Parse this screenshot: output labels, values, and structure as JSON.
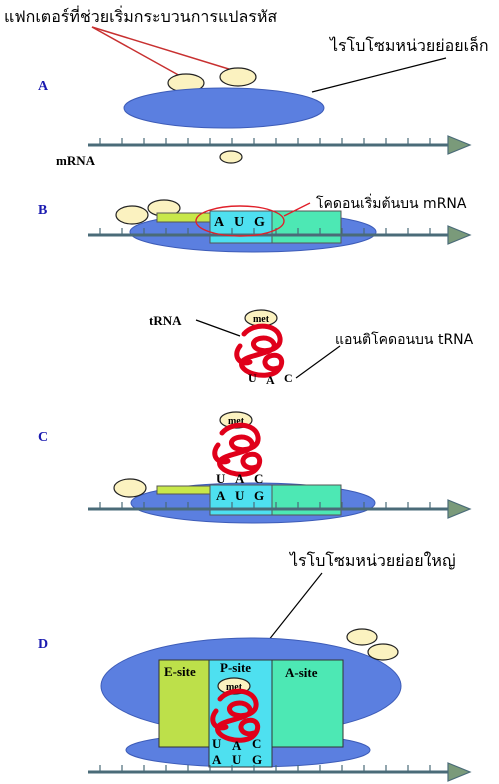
{
  "labels": {
    "initiation_factors": "แฟกเตอร์ที่ช่วยเริ่มกระบวนการแปลรหัส",
    "small_subunit": "ไรโบโซมหน่วยย่อยเล็ก",
    "mrna": "mRNA",
    "start_codon": "โคดอนเริ่มต้นบน mRNA",
    "trna": "tRNA",
    "anticodon": "แอนติโคดอนบน tRNA",
    "large_subunit": "ไรโบโซมหน่วยย่อยใหญ่",
    "met": "met",
    "e_site": "E-site",
    "p_site": "P-site",
    "a_site": "A-site"
  },
  "panels": {
    "a": "A",
    "b": "B",
    "c": "C",
    "d": "D"
  },
  "codon": [
    "A",
    "U",
    "G"
  ],
  "anticodon": [
    "U",
    "A",
    "C"
  ],
  "colors": {
    "ribosome": "#5b7fe0",
    "factor": "#fbf2c0",
    "trna": "#e0001a",
    "mrna_line": "#4a6b78",
    "arrow": "#7a9a7a",
    "e_site": "#bde04a",
    "p_site": "#4ee0f0",
    "a_site": "#4de8b4",
    "panel_letter": "#1a1ab0"
  }
}
